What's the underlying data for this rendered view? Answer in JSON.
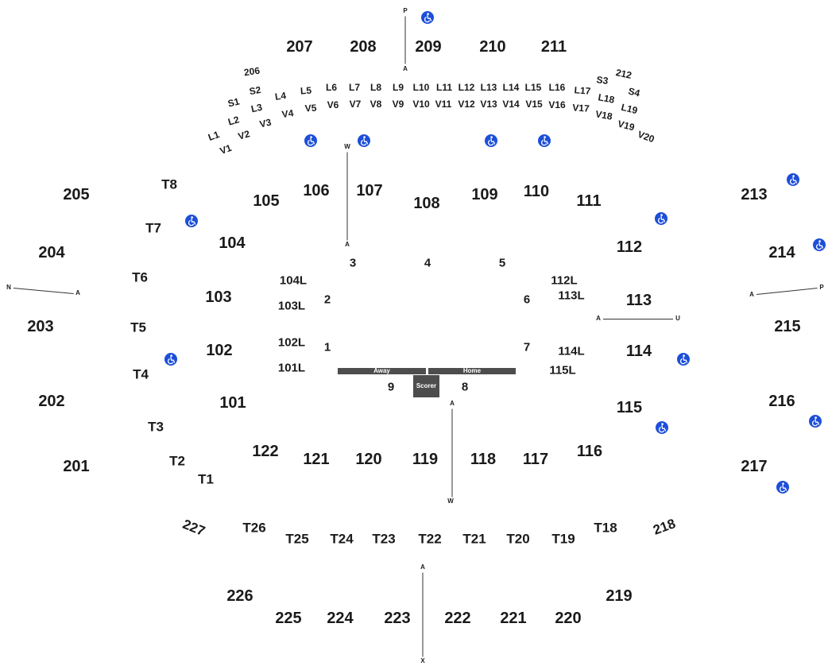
{
  "sections_200": [
    "201",
    "202",
    "203",
    "204",
    "205",
    "207",
    "208",
    "209",
    "210",
    "211",
    "213",
    "214",
    "215",
    "216",
    "217",
    "219",
    "220",
    "221",
    "222",
    "223",
    "224",
    "225",
    "226"
  ],
  "sections_100": [
    "101",
    "102",
    "103",
    "104",
    "105",
    "106",
    "107",
    "108",
    "109",
    "110",
    "111",
    "112",
    "113",
    "114",
    "115",
    "116",
    "117",
    "118",
    "119",
    "120",
    "121",
    "122"
  ],
  "sections_inner": [
    "101L",
    "102L",
    "103L",
    "104L",
    "112L",
    "113L",
    "114L",
    "115L",
    "1",
    "2",
    "3",
    "4",
    "5",
    "6",
    "7",
    "8",
    "9"
  ],
  "tables": [
    "T1",
    "T2",
    "T3",
    "T4",
    "T5",
    "T6",
    "T7",
    "T8",
    "T18",
    "T19",
    "T20",
    "T21",
    "T22",
    "T23",
    "T24",
    "T25",
    "T26"
  ],
  "boxes_L": [
    "L1",
    "L2",
    "L3",
    "L4",
    "L5",
    "L6",
    "L7",
    "L8",
    "L9",
    "L10",
    "L11",
    "L12",
    "L13",
    "L14",
    "L15",
    "L16",
    "L17",
    "L18",
    "L19"
  ],
  "boxes_V": [
    "V1",
    "V2",
    "V3",
    "V4",
    "V5",
    "V6",
    "V7",
    "V8",
    "V9",
    "V10",
    "V11",
    "V12",
    "V13",
    "V14",
    "V15",
    "V16",
    "V17",
    "V18",
    "V19",
    "V20"
  ],
  "boxes_S": [
    "S1",
    "S2",
    "S3",
    "S4"
  ],
  "corner_sections": [
    "206",
    "212",
    "218",
    "227"
  ],
  "court": {
    "away_label": "Away",
    "home_label": "Home",
    "scorer_label": "Scorer"
  },
  "aisle_letters": [
    "P",
    "A",
    "W",
    "A",
    "N",
    "A",
    "A",
    "P",
    "A",
    "U",
    "A",
    "W",
    "A",
    "X"
  ],
  "icon": "wheelchair-accessible-icon",
  "colors": {
    "accessible": "#1d4fd8",
    "bench": "#4d4d4d",
    "text": "#1a1a1a"
  }
}
